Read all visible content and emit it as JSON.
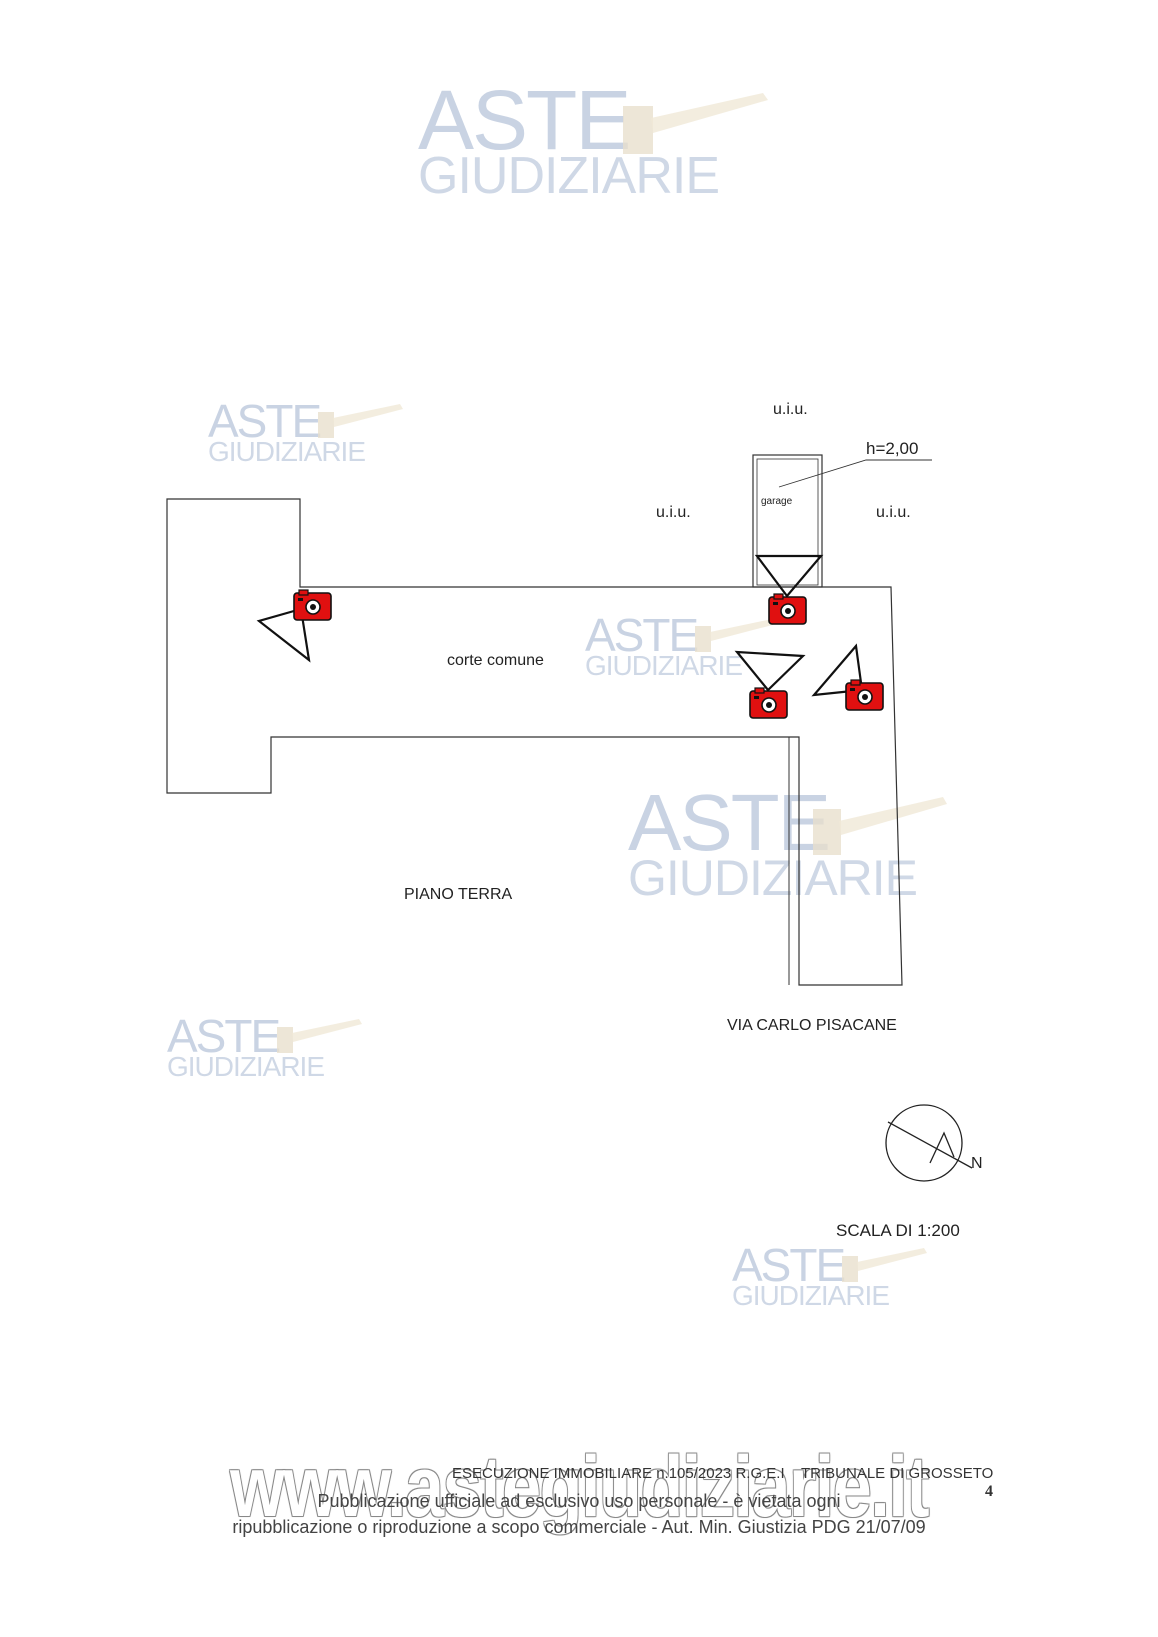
{
  "watermark": {
    "line1": "ASTE",
    "line2": "GIUDIZIARIE"
  },
  "labels": {
    "uiu_top": "u.i.u.",
    "uiu_left": "u.i.u.",
    "uiu_right": "u.i.u.",
    "height": "h=2,00",
    "garage": "garage",
    "courtyard": "corte comune",
    "floor": "PIANO TERRA",
    "street": "VIA CARLO PISACANE",
    "north": "N",
    "scale": "SCALA DI 1:200"
  },
  "footer": {
    "site": "www.astegiudiziarie.it",
    "execution": "ESECUZIONE IMMOBILIARE n.105/2023 R.G.E.I",
    "court": "TRIBUNALE DI GROSSETO",
    "page_number": "4",
    "notice_line1": "Pubblicazione ufficiale ad esclusivo uso personale - è vietata ogni",
    "notice_line2": "ripubblicazione o riproduzione a scopo commerciale - Aut. Min. Giustizia PDG 21/07/09"
  },
  "colors": {
    "camera": "#e01010",
    "watermark": "#7f97bd"
  },
  "icons": [
    "camera-icon",
    "gavel-icon",
    "north-arrow-icon"
  ]
}
